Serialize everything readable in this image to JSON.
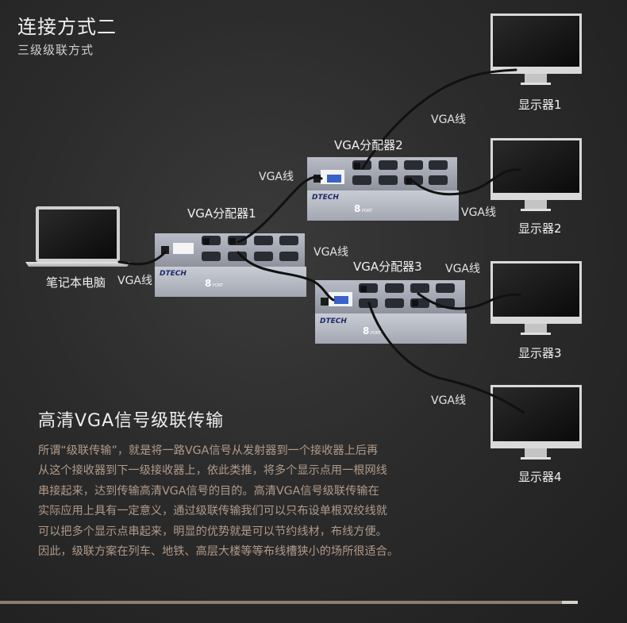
{
  "header": {
    "title": "连接方式二",
    "subtitle": "三级级联方式"
  },
  "devices": {
    "laptop": {
      "label": "笔记本电脑"
    },
    "splitter1": {
      "label": "VGA分配器1",
      "brand": "DTECH",
      "ports": "8",
      "port_word": "PORT"
    },
    "splitter2": {
      "label": "VGA分配器2",
      "brand": "DTECH",
      "ports": "8",
      "port_word": "PORT"
    },
    "splitter3": {
      "label": "VGA分配器3",
      "brand": "DTECH",
      "ports": "8",
      "port_word": "PORT"
    },
    "monitors": [
      {
        "label": "显示器1"
      },
      {
        "label": "显示器2"
      },
      {
        "label": "显示器3"
      },
      {
        "label": "显示器4"
      }
    ]
  },
  "cables": {
    "laptop_to_s1": "VGA线",
    "s1_to_s2": "VGA线",
    "s1_to_s3": "VGA线",
    "s2_to_m1": "VGA线",
    "s2_to_m2": "VGA线",
    "s3_to_m3": "VGA线",
    "s3_to_m4": "VGA线"
  },
  "section": {
    "title": "高清VGA信号级联传输",
    "lines": [
      "所谓“级联传输”，就是将一路VGA信号从发射器到一个接收器上后再",
      "从这个接收器到下一级接收器上，依此类推，将多个显示点用一根网线",
      "串接起来，达到传输高清VGA信号的目的。高清VGA信号级联传输在",
      "实际应用上具有一定意义，通过级联传输我们可以只布设单根双绞线就",
      "可以把多个显示点串起来，明显的优势就是可以节约线材，布线方便。",
      "因此，级联方案在列车、地铁、高层大楼等等布线槽狭小的场所很适合。"
    ]
  },
  "colors": {
    "background": "#2c2c2c",
    "paragraph": "#b09a8a",
    "bar": "#8d7d70"
  }
}
